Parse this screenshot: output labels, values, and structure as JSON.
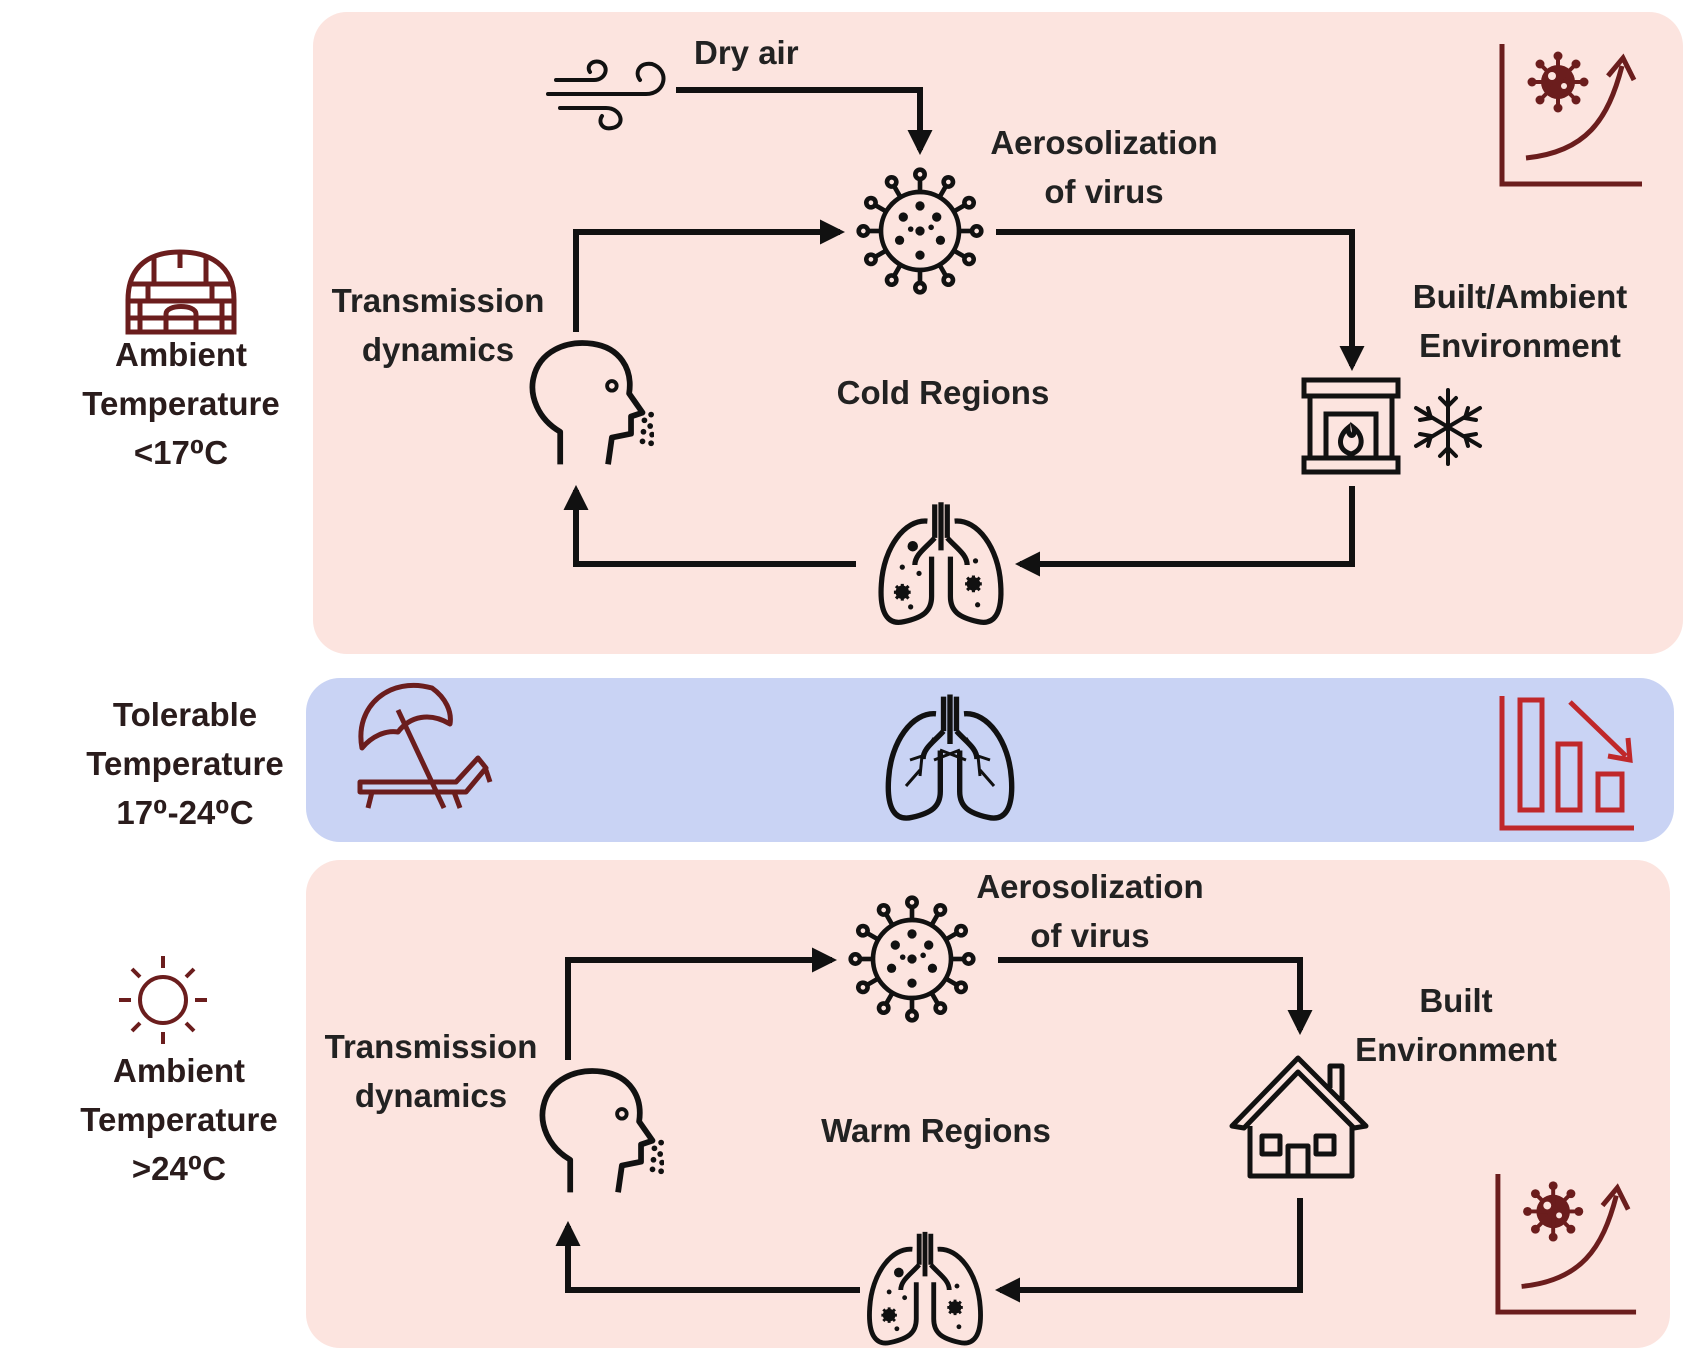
{
  "side_labels": {
    "cold": {
      "line1": "Ambient",
      "line2": "Temperature",
      "line3": "<17⁰C"
    },
    "tolerable": {
      "line1": "Tolerable",
      "line2": "Temperature",
      "line3": "17⁰-24⁰C"
    },
    "warm": {
      "line1": "Ambient",
      "line2": "Temperature",
      "line3": ">24⁰C"
    }
  },
  "cold_cycle": {
    "dry_air": "Dry air",
    "aerosolization_line1": "Aerosolization",
    "aerosolization_line2": "of virus",
    "transmission_line1": "Transmission",
    "transmission_line2": "dynamics",
    "environment_line1": "Built/Ambient",
    "environment_line2": "Environment",
    "region": "Cold Regions"
  },
  "warm_cycle": {
    "aerosolization_line1": "Aerosolization",
    "aerosolization_line2": "of virus",
    "transmission_line1": "Transmission",
    "transmission_line2": "dynamics",
    "environment_line1": "Built",
    "environment_line2": "Environment",
    "region": "Warm Regions"
  },
  "icons": [
    "igloo-icon",
    "sun-icon",
    "beach-umbrella-icon",
    "wind-icon",
    "virus-icon",
    "head-exhale-icon",
    "fireplace-icon",
    "snowflake-icon",
    "infected-lungs-icon",
    "healthy-lungs-icon",
    "house-icon",
    "rising-trend-chart-icon",
    "falling-bar-chart-icon"
  ],
  "colors": {
    "cold_panel": "#fce4df",
    "tolerable_panel": "#c9d3f4",
    "warm_panel": "#fce4df",
    "icon_dark_red": "#6b1d1d",
    "icon_red": "#c0282a",
    "arrow": "#111111"
  }
}
